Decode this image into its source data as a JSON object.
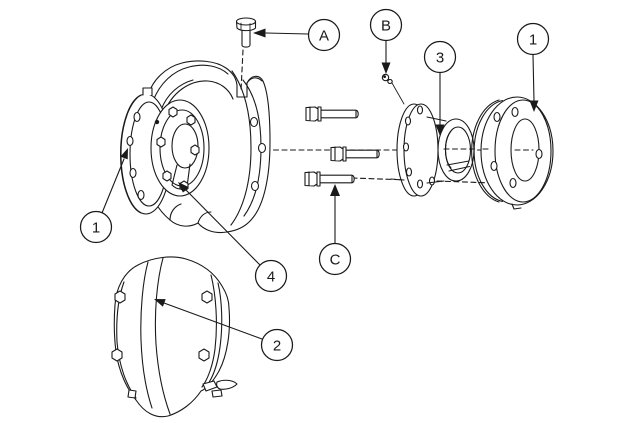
{
  "diagram": {
    "colors": {
      "line": "#1a1a1a",
      "background": "#ffffff"
    },
    "callouts": {
      "a": {
        "label": "A"
      },
      "b": {
        "label": "B"
      },
      "c": {
        "label": "C"
      },
      "one_left": {
        "label": "1"
      },
      "one_right": {
        "label": "1"
      },
      "two": {
        "label": "2"
      },
      "three": {
        "label": "3"
      },
      "four": {
        "label": "4"
      }
    }
  }
}
